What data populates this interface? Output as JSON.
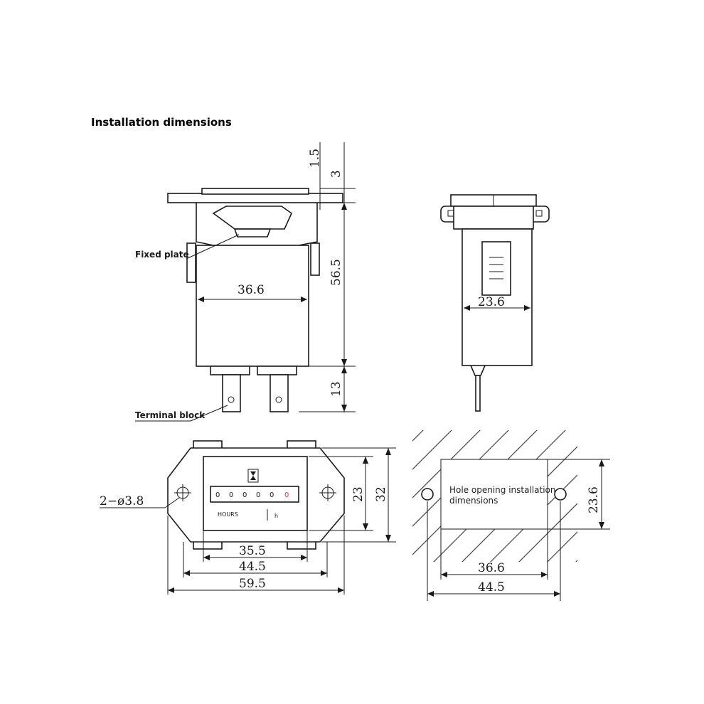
{
  "title": "Installation dimensions",
  "labels": {
    "fixed_plate": "Fixed plate",
    "terminal_block": "Terminal block",
    "hole_note_line1": "Hole opening installation",
    "hole_note_line2": "dimensions",
    "mount_holes": "2−ø3.8",
    "hours": "HOURS",
    "hour_symbol": "h"
  },
  "counter_digits": [
    "0",
    "0",
    "0",
    "0",
    "0",
    "0"
  ],
  "dimensions": {
    "side_width": "36.6",
    "side_height": "56.5",
    "terminal_length": "13",
    "flange_thickness": "1.5",
    "flange_offset": "3",
    "end_width": "23.6",
    "front_inner_height": "23",
    "front_outer_height": "32",
    "front_window": "35.5",
    "front_body": "44.5",
    "front_overall": "59.5",
    "hole_height": "23.6",
    "hole_width": "36.6",
    "hole_pitch": "44.5"
  },
  "colors": {
    "line": "#1a1a1a",
    "last_digit": "#e04040"
  }
}
